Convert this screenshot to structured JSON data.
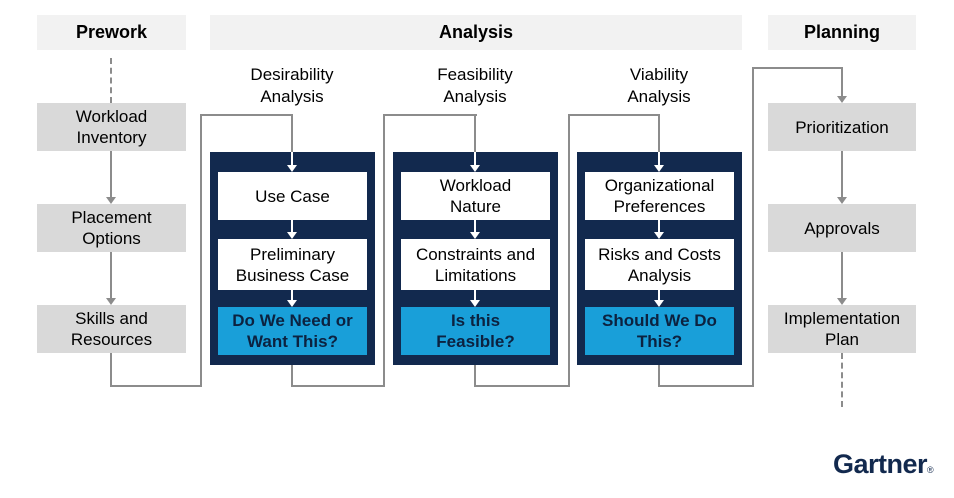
{
  "colors": {
    "navy": "#12294e",
    "cyan": "#199fd9",
    "header_bg": "#f2f2f2",
    "box_gray": "#d9d9d9",
    "line_gray": "#8c8c8c",
    "question_text": "#0c2240",
    "logo_navy": "#12294e"
  },
  "headers": {
    "prework": "Prework",
    "analysis": "Analysis",
    "planning": "Planning"
  },
  "prework": {
    "items": [
      {
        "label": "Workload Inventory"
      },
      {
        "label": "Placement Options"
      },
      {
        "label": "Skills and Resources"
      }
    ]
  },
  "analysis": {
    "columns": [
      {
        "label": "Desirability Analysis",
        "box1": "Use Case",
        "box2": "Preliminary Business Case",
        "question": "Do We Need or Want This?",
        "question_line1": "Do We Need or",
        "question_line2": "Want This?"
      },
      {
        "label": "Feasibility Analysis",
        "box1": "Workload Nature",
        "box2": "Constraints and Limitations",
        "question": "Is this Feasible?",
        "question_line1": "Is this",
        "question_line2": "Feasible?"
      },
      {
        "label": "Viability Analysis",
        "box1": "Organizational Preferences",
        "box2": "Risks and Costs Analysis",
        "question": "Should We Do This?",
        "question_line1": "Should We Do",
        "question_line2": "This?"
      }
    ]
  },
  "planning": {
    "items": [
      {
        "label": "Prioritization"
      },
      {
        "label": "Approvals"
      },
      {
        "label": "Implementation Plan"
      }
    ]
  },
  "logo": {
    "text": "Gartner",
    "registered": "®"
  }
}
